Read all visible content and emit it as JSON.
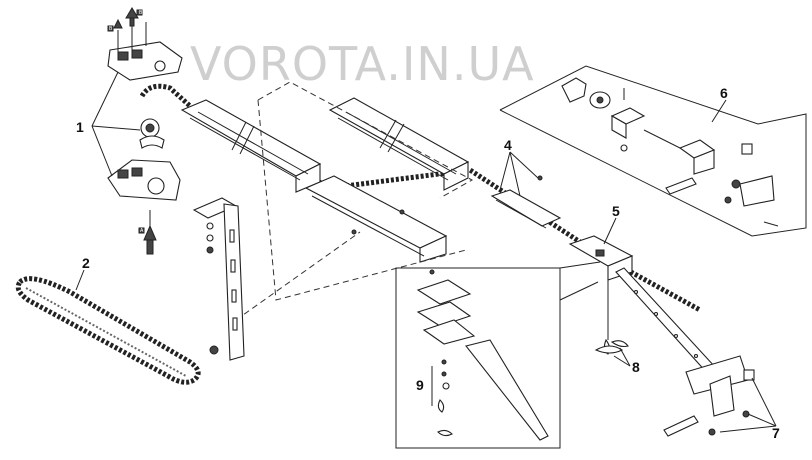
{
  "watermark": "VOROTA.IN.UA",
  "callouts": [
    {
      "id": "1",
      "label": "1"
    },
    {
      "id": "2",
      "label": "2"
    },
    {
      "id": "4",
      "label": "4"
    },
    {
      "id": "5",
      "label": "5"
    },
    {
      "id": "6",
      "label": "6"
    },
    {
      "id": "7",
      "label": "7"
    },
    {
      "id": "8",
      "label": "8"
    },
    {
      "id": "9",
      "label": "9"
    }
  ],
  "arrow_marks": [
    "B",
    "B",
    "A"
  ],
  "colors": {
    "ink": "#222222",
    "watermark": "#cfcfcf",
    "background": "#ffffff"
  }
}
